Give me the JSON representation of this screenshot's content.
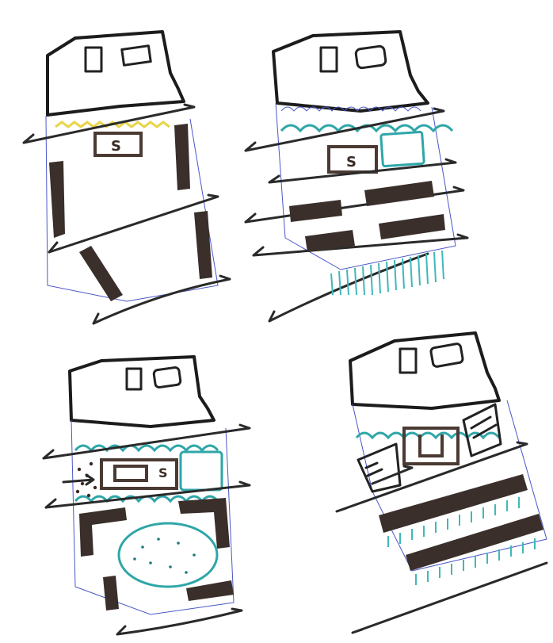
{
  "labels": {
    "top_left_s": "S",
    "top_right_s": "S",
    "bottom_left_s": "S"
  },
  "colors": {
    "ink": "#1c1c1c",
    "dark_bar": "#3a2f2b",
    "teal": "#2fa6a8",
    "blue": "#4a57c8",
    "yellow": "#e8d54a"
  }
}
